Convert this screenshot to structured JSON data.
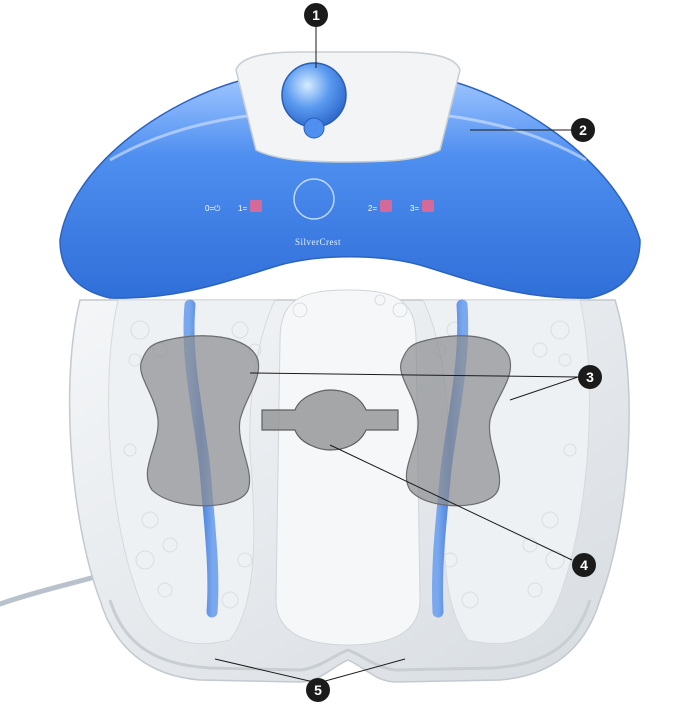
{
  "brand": "SilverCrest",
  "panel": {
    "settings": [
      {
        "label": "0=⏻",
        "icon": "power-icon"
      },
      {
        "label": "1=",
        "icon": "vibration-icon"
      },
      {
        "label": "2=",
        "icon": "bubble-heat-icon"
      },
      {
        "label": "3=",
        "icon": "heat-icon"
      }
    ]
  },
  "callouts": [
    {
      "number": "1",
      "target": "selector-knob"
    },
    {
      "number": "2",
      "target": "cover-top"
    },
    {
      "number": "3",
      "target": "massage-pads"
    },
    {
      "number": "4",
      "target": "center-massage-roller"
    },
    {
      "number": "5",
      "target": "basin-rim"
    }
  ],
  "colors": {
    "cover": "#3f7fe0",
    "cover_light": "#9cc4ff",
    "basin": "#e9ecef",
    "basin_shadow": "#c9ced3",
    "pad": "#8d8f91",
    "channel": "#5a8de0",
    "callout_badge": "#1b1b1b"
  }
}
